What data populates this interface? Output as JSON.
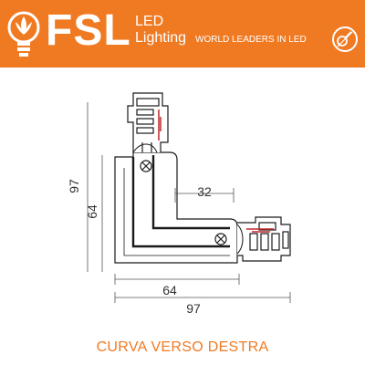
{
  "header": {
    "brand": "FSL",
    "brand_sub_1": "LED",
    "brand_sub_2": "Lighting",
    "tagline": "WORLD LEADERS IN LED",
    "icons": {
      "logo": "flower-bulb-icon",
      "badge": "bulb-circle-icon"
    },
    "accent_color": "#f07a22"
  },
  "dimensions": {
    "overall_height": "97",
    "inner_height": "64",
    "arm_offset": "32",
    "inner_width": "64",
    "overall_width": "97"
  },
  "caption": "CURVA VERSO DESTRA"
}
